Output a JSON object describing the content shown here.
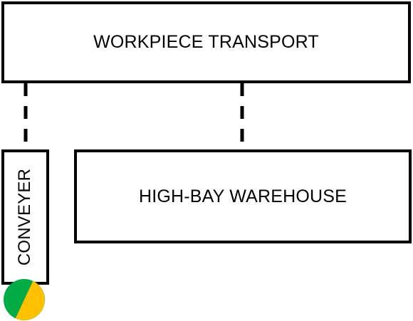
{
  "diagram": {
    "nodes": {
      "workpiece_transport": {
        "label": "WORKPIECE TRANSPORT"
      },
      "high_bay_warehouse": {
        "label": "HIGH-BAY WAREHOUSE"
      },
      "conveyer": {
        "label": "CONVEYER"
      }
    },
    "connections": [
      {
        "from": "workpiece_transport",
        "to": "conveyer",
        "style": "dashed"
      },
      {
        "from": "workpiece_transport",
        "to": "high_bay_warehouse",
        "style": "dashed"
      }
    ],
    "status_indicator": {
      "attached_to": "conveyer",
      "colors": [
        "#00aa44",
        "#ffc000"
      ]
    }
  }
}
